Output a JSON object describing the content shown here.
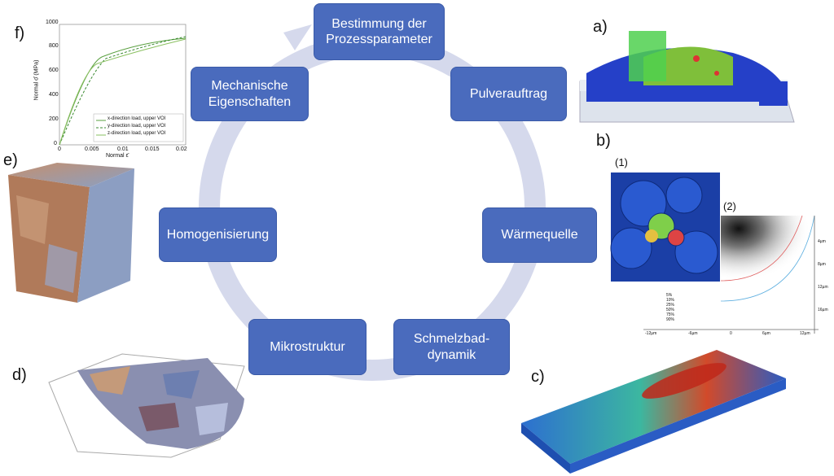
{
  "cycle": {
    "steps": [
      {
        "id": "prozessparameter",
        "label": "Bestimmung der\nProzessparameter"
      },
      {
        "id": "pulverauftrag",
        "label": "Pulverauftrag"
      },
      {
        "id": "waermequelle",
        "label": "Wärmequelle"
      },
      {
        "id": "schmelzbad",
        "label": "Schmelzbad-\ndynamik"
      },
      {
        "id": "mikrostruktur",
        "label": "Mikrostruktur"
      },
      {
        "id": "homogenisierung",
        "label": "Homogenisierung"
      },
      {
        "id": "mechanik",
        "label": "Mechanische\nEigenschaften"
      }
    ],
    "arrow_color": "#d5d9ec",
    "box_color": "#4a6bbd"
  },
  "panels": {
    "a": "a)",
    "b": "b)",
    "b1": "(1)",
    "b2": "(2)",
    "c": "c)",
    "d": "d)",
    "e": "e)",
    "f": "f)"
  },
  "chart_f": {
    "ylabel": "Normal σ̄ (MPa)",
    "xlabel": "Normal ε̄",
    "yticks": [
      "0",
      "200",
      "400",
      "600",
      "800",
      "1000"
    ],
    "xticks": [
      "0",
      "0.005",
      "0.01",
      "0.015",
      "0.02"
    ],
    "legend": [
      "x-direction load, upper VOI",
      "y-direction load, upper VOI",
      "z-direction load, upper VOI"
    ]
  },
  "chart_b2": {
    "legend": [
      "5%",
      "10%",
      "25%",
      "50%",
      "75%",
      "90%"
    ],
    "xticks": [
      "-12µm",
      "-6µm",
      "0",
      "6µm",
      "12µm"
    ],
    "yticks": [
      "4µm",
      "8µm",
      "12µm",
      "16µm"
    ]
  }
}
